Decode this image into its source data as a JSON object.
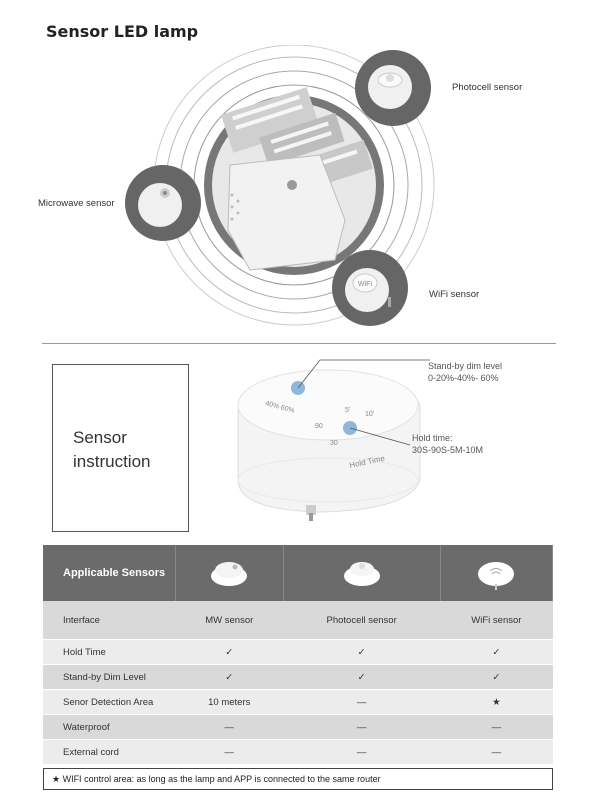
{
  "title": "Sensor LED lamp",
  "hero": {
    "photocell_label": "Photocell sensor",
    "microwave_label": "Microwave sensor",
    "wifi_label": "WiFi sensor",
    "wifi_icon_text": "WiFi"
  },
  "instruction": {
    "line1": "Sensor",
    "line2": "instruction",
    "standby_title": "Stand-by dim level",
    "standby_values": "0-20%-40%- 60%",
    "hold_title": "Hold time:",
    "hold_values": "30S-90S-5M-10M",
    "dial_top": "40%   60%",
    "dial_right_a": "5'",
    "dial_right_b": "10'",
    "dial_right_c": "90",
    "dial_right_d": "30",
    "dial_caption": "Hold Time"
  },
  "table": {
    "header": "Applicable Sensors",
    "columns": [
      "MW sensor",
      "Photocell  sensor",
      "WiFi sensor"
    ],
    "rows": [
      {
        "label": "Interface",
        "cells": [
          "MW sensor",
          "Photocell  sensor",
          "WiFi sensor"
        ]
      },
      {
        "label": "Hold Time",
        "cells": [
          "✓",
          "✓",
          "✓"
        ]
      },
      {
        "label": "Stand-by Dim Level",
        "cells": [
          "✓",
          "✓",
          "✓"
        ]
      },
      {
        "label": "Senor Detection Area",
        "cells": [
          "10 meters",
          "—",
          "★"
        ]
      },
      {
        "label": "Waterproof",
        "cells": [
          "—",
          "—",
          "—"
        ]
      },
      {
        "label": "External cord",
        "cells": [
          "—",
          "—",
          "—"
        ]
      }
    ]
  },
  "footnote": "★ WIFI control area: as long as the lamp and APP is connected to the same router"
}
